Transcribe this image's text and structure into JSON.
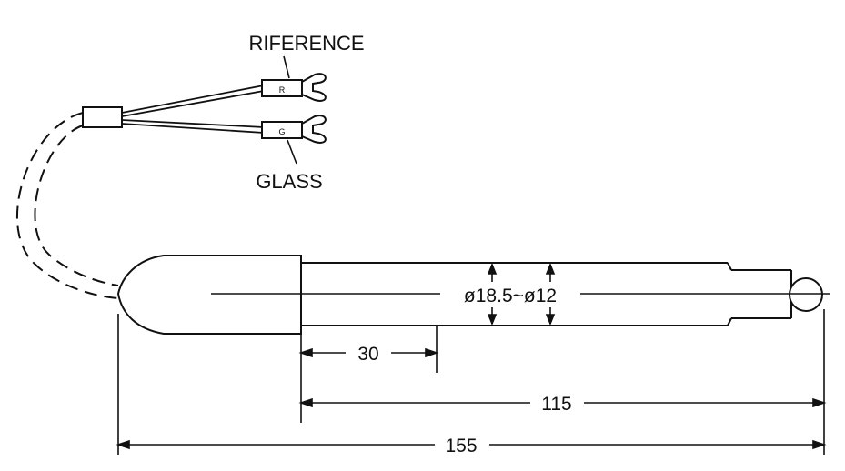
{
  "labels": {
    "reference": "RIFERENCE",
    "glass": "GLASS",
    "diameter": "ø18.5~ø12",
    "dim_30": "30",
    "dim_115": "115",
    "dim_155": "155"
  },
  "terminal_marks": {
    "reference": "R",
    "glass": "G"
  },
  "colors": {
    "line": "#111111",
    "background": "#ffffff"
  }
}
